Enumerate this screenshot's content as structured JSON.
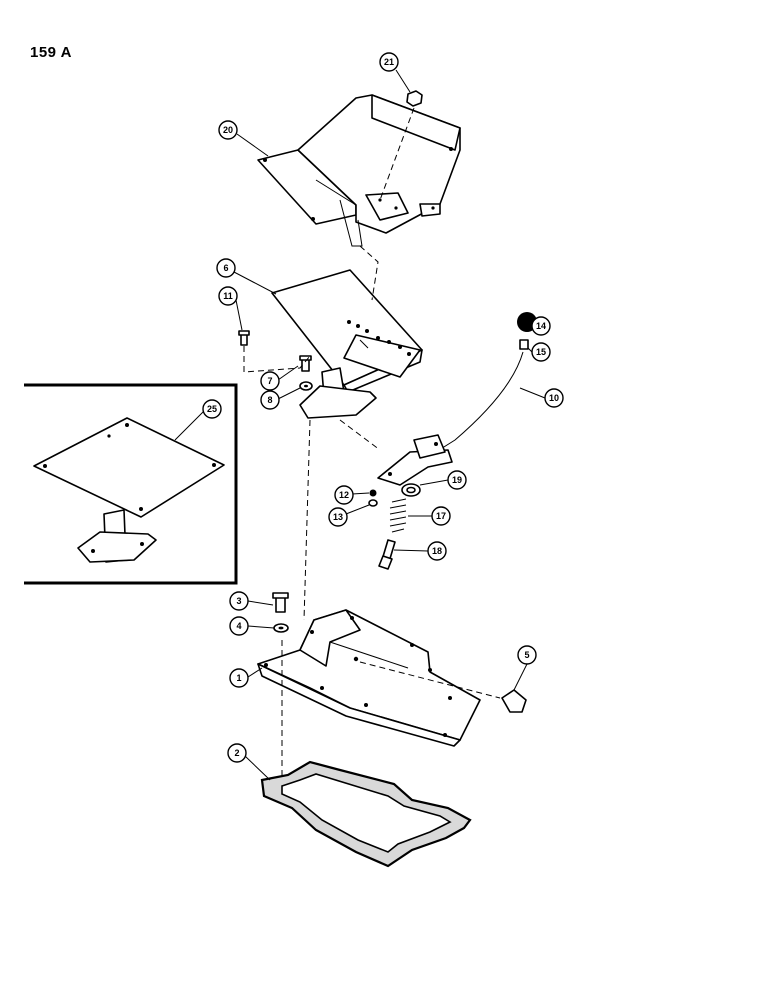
{
  "page": {
    "title": "159 A"
  },
  "callouts": {
    "c1": "1",
    "c2": "2",
    "c3": "3",
    "c4": "4",
    "c5": "5",
    "c6": "6",
    "c7": "7",
    "c8": "8",
    "c10": "10",
    "c11": "11",
    "c12": "12",
    "c13": "13",
    "c14": "14",
    "c15": "15",
    "c17": "17",
    "c18": "18",
    "c19": "19",
    "c20": "20",
    "c21": "21",
    "c25": "25"
  }
}
